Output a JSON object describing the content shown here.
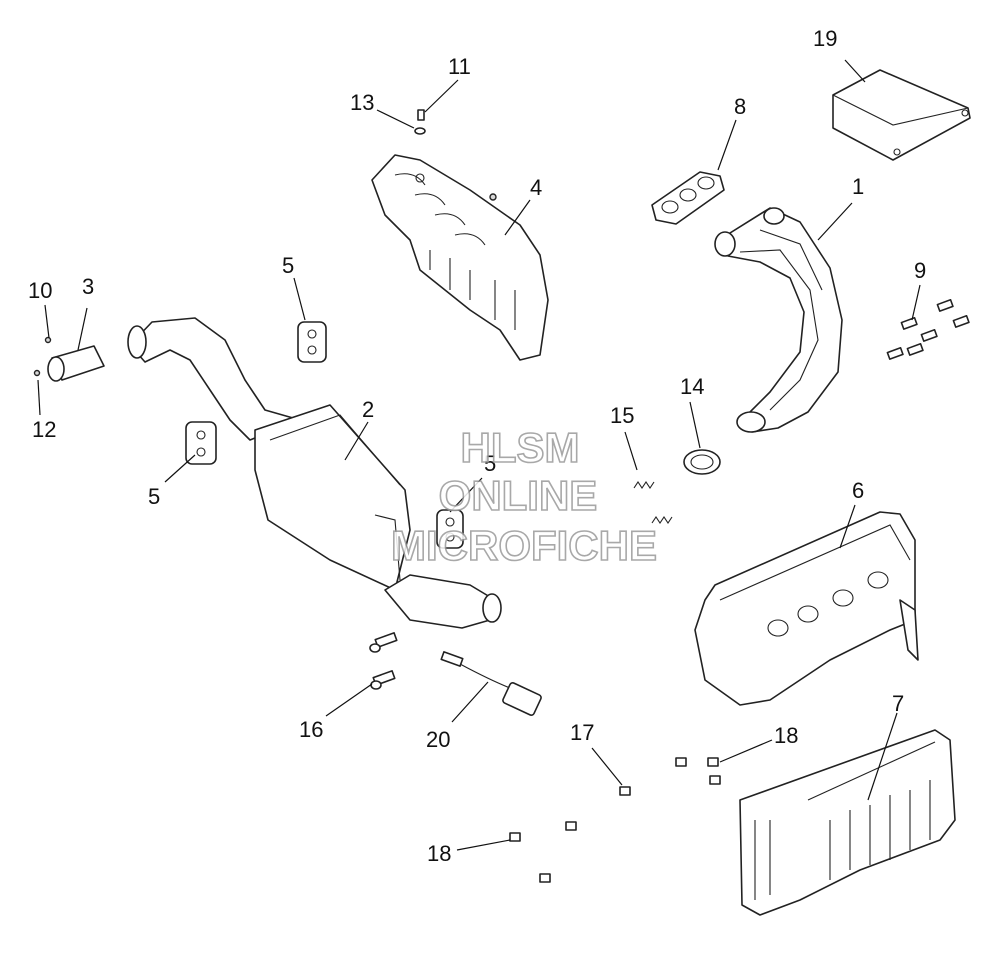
{
  "watermark": {
    "line1": "HLSM",
    "line2": "ONLINE",
    "line3": "MICROFICHE"
  },
  "callouts": {
    "c1": "1",
    "c2": "2",
    "c3": "3",
    "c4": "4",
    "c5a": "5",
    "c5b": "5",
    "c5c": "5",
    "c6": "6",
    "c7": "7",
    "c8": "8",
    "c9": "9",
    "c10": "10",
    "c11": "11",
    "c12": "12",
    "c13": "13",
    "c14": "14",
    "c15": "15",
    "c16": "16",
    "c17": "17",
    "c18a": "18",
    "c18b": "18",
    "c19": "19",
    "c20": "20"
  }
}
